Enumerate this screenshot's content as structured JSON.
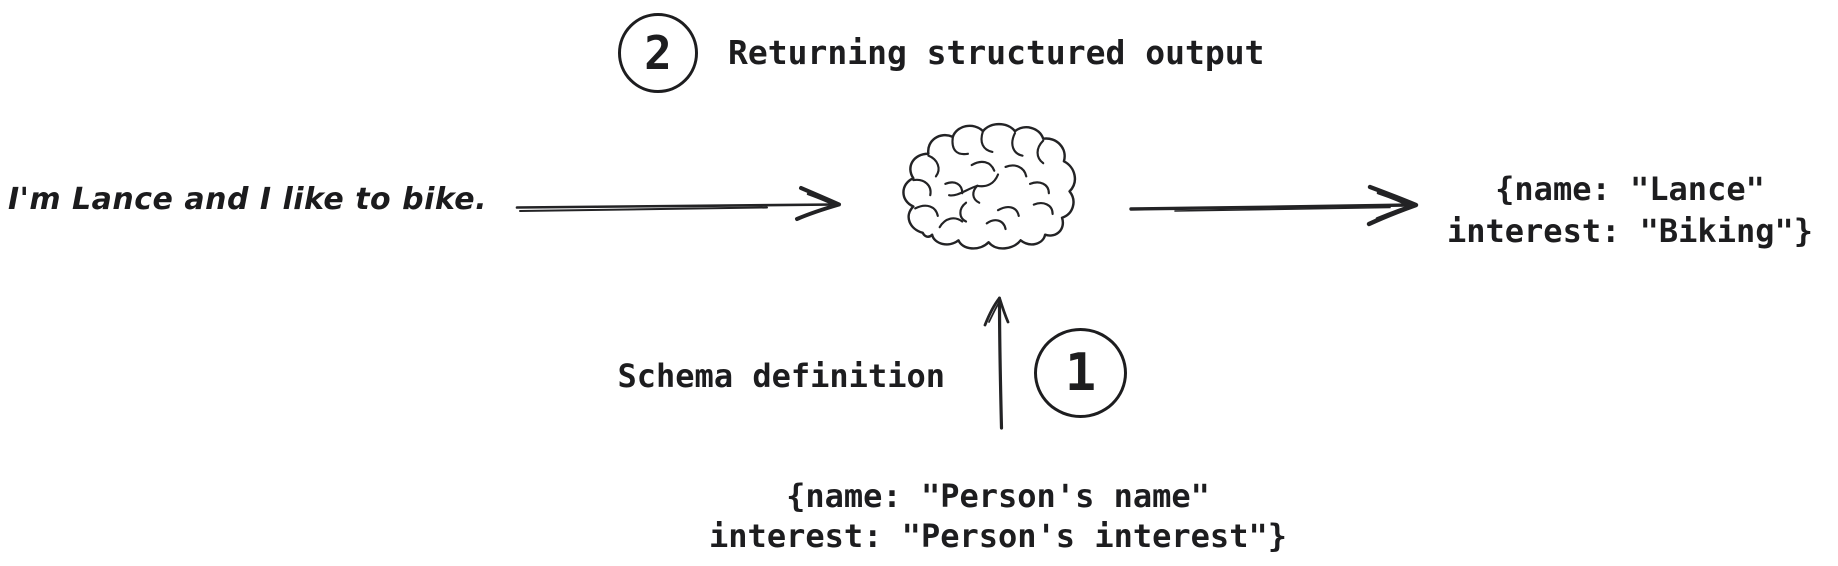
{
  "canvas": {
    "background": "#ffffff",
    "ink": "#1d1d1f"
  },
  "steps": {
    "step2": {
      "number": "2",
      "label": "Returning structured output"
    },
    "step1": {
      "number": "1",
      "label": "Schema definition"
    }
  },
  "input_message": {
    "text": "I'm Lance and I like to bike."
  },
  "llm": {
    "icon": "brain-icon"
  },
  "output_json": {
    "line1": "{name: \"Lance\"",
    "line2": "interest: \"Biking\"}"
  },
  "schema_json": {
    "line1": "{name: \"Person's name\"",
    "line2": "interest: \"Person's interest\"}"
  },
  "icons": {
    "flow_in": "arrow-right-icon",
    "flow_out": "arrow-right-icon",
    "schema_in": "arrow-up-icon",
    "model": "brain-icon"
  }
}
